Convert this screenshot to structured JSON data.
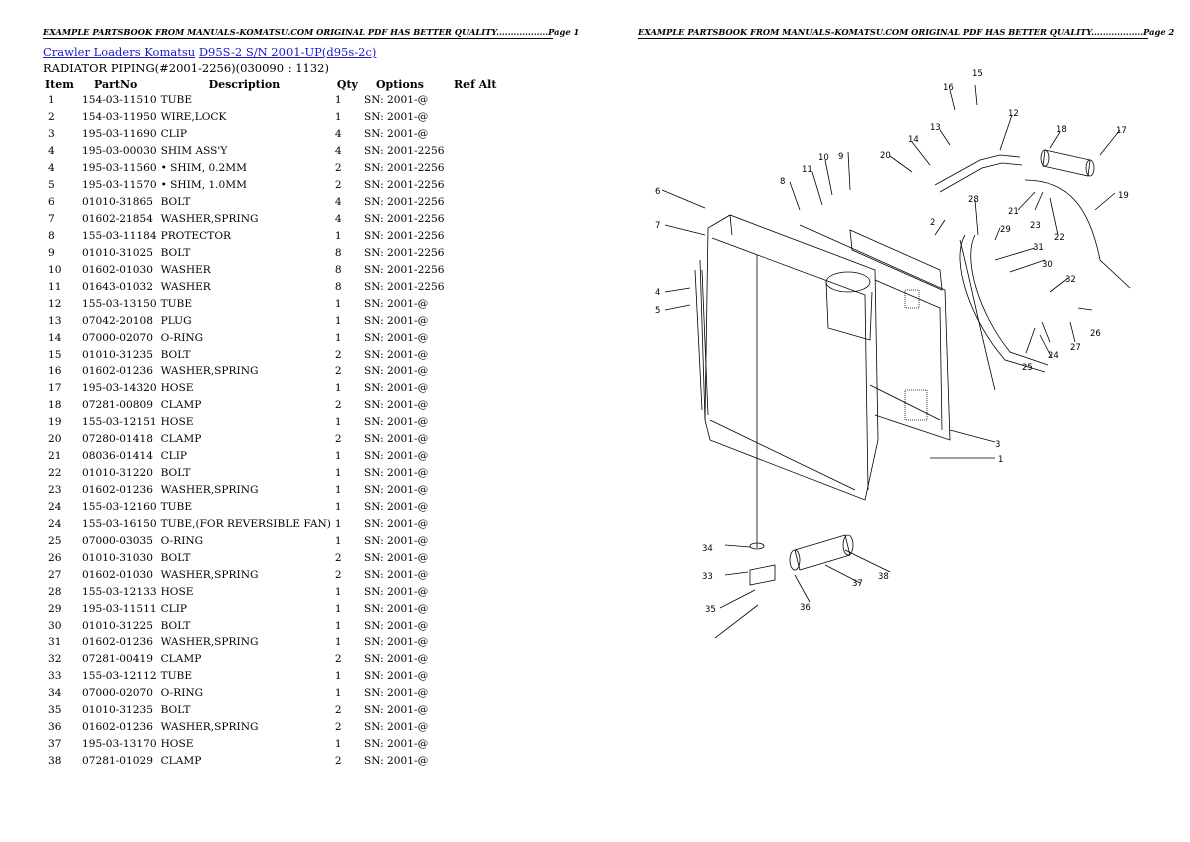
{
  "header": {
    "left": "EXAMPLE PARTSBOOK FROM MANUALS-KOMATSU.COM ORIGINAL PDF HAS BETTER QUALITY..................Page 1",
    "right": "EXAMPLE PARTSBOOK FROM MANUALS-KOMATSU.COM ORIGINAL PDF HAS BETTER QUALITY..................Page 2"
  },
  "breadcrumb": {
    "category": "Crawler Loaders Komatsu",
    "model": "D95S-2 S/N 2001-UP(d95s-2c)"
  },
  "section_title": "RADIATOR PIPING(#2001-2256)(030090 : 1132)",
  "table": {
    "columns": [
      "Item",
      "PartNo",
      "Description",
      "Qty",
      "Options",
      "Ref Alt"
    ],
    "rows": [
      [
        "1",
        "154-03-11510",
        "TUBE",
        "1",
        "SN: 2001-@"
      ],
      [
        "2",
        "154-03-11950",
        "WIRE,LOCK",
        "1",
        "SN: 2001-@"
      ],
      [
        "3",
        "195-03-11690",
        "CLIP",
        "4",
        "SN: 2001-@"
      ],
      [
        "4",
        "195-03-00030",
        "SHIM ASS'Y",
        "4",
        "SN: 2001-2256"
      ],
      [
        "4",
        "195-03-11560",
        "• SHIM,  0.2MM",
        "2",
        "SN: 2001-2256"
      ],
      [
        "5",
        "195-03-11570",
        "• SHIM,  1.0MM",
        "2",
        "SN: 2001-2256"
      ],
      [
        "6",
        "01010-31865",
        "BOLT",
        "4",
        "SN: 2001-2256"
      ],
      [
        "7",
        "01602-21854",
        "WASHER,SPRING",
        "4",
        "SN: 2001-2256"
      ],
      [
        "8",
        "155-03-11184",
        "PROTECTOR",
        "1",
        "SN: 2001-2256"
      ],
      [
        "9",
        "01010-31025",
        "BOLT",
        "8",
        "SN: 2001-2256"
      ],
      [
        "10",
        "01602-01030",
        "WASHER",
        "8",
        "SN: 2001-2256"
      ],
      [
        "11",
        "01643-01032",
        "WASHER",
        "8",
        "SN: 2001-2256"
      ],
      [
        "12",
        "155-03-13150",
        "TUBE",
        "1",
        "SN: 2001-@"
      ],
      [
        "13",
        "07042-20108",
        "PLUG",
        "1",
        "SN: 2001-@"
      ],
      [
        "14",
        "07000-02070",
        "O-RING",
        "1",
        "SN: 2001-@"
      ],
      [
        "15",
        "01010-31235",
        "BOLT",
        "2",
        "SN: 2001-@"
      ],
      [
        "16",
        "01602-01236",
        "WASHER,SPRING",
        "2",
        "SN: 2001-@"
      ],
      [
        "17",
        "195-03-14320",
        "HOSE",
        "1",
        "SN: 2001-@"
      ],
      [
        "18",
        "07281-00809",
        "CLAMP",
        "2",
        "SN: 2001-@"
      ],
      [
        "19",
        "155-03-12151",
        "HOSE",
        "1",
        "SN: 2001-@"
      ],
      [
        "20",
        "07280-01418",
        "CLAMP",
        "2",
        "SN: 2001-@"
      ],
      [
        "21",
        "08036-01414",
        "CLIP",
        "1",
        "SN: 2001-@"
      ],
      [
        "22",
        "01010-31220",
        "BOLT",
        "1",
        "SN: 2001-@"
      ],
      [
        "23",
        "01602-01236",
        "WASHER,SPRING",
        "1",
        "SN: 2001-@"
      ],
      [
        "24",
        "155-03-12160",
        "TUBE",
        "1",
        "SN: 2001-@"
      ],
      [
        "24",
        "155-03-16150",
        "TUBE,(FOR REVERSIBLE FAN)",
        "1",
        "SN: 2001-@"
      ],
      [
        "25",
        "07000-03035",
        "O-RING",
        "1",
        "SN: 2001-@"
      ],
      [
        "26",
        "01010-31030",
        "BOLT",
        "2",
        "SN: 2001-@"
      ],
      [
        "27",
        "01602-01030",
        "WASHER,SPRING",
        "2",
        "SN: 2001-@"
      ],
      [
        "28",
        "155-03-12133",
        "HOSE",
        "1",
        "SN: 2001-@"
      ],
      [
        "29",
        "195-03-11511",
        "CLIP",
        "1",
        "SN: 2001-@"
      ],
      [
        "30",
        "01010-31225",
        "BOLT",
        "1",
        "SN: 2001-@"
      ],
      [
        "31",
        "01602-01236",
        "WASHER,SPRING",
        "1",
        "SN: 2001-@"
      ],
      [
        "32",
        "07281-00419",
        "CLAMP",
        "2",
        "SN: 2001-@"
      ],
      [
        "33",
        "155-03-12112",
        "TUBE",
        "1",
        "SN: 2001-@"
      ],
      [
        "34",
        "07000-02070",
        "O-RING",
        "1",
        "SN: 2001-@"
      ],
      [
        "35",
        "01010-31235",
        "BOLT",
        "2",
        "SN: 2001-@"
      ],
      [
        "36",
        "01602-01236",
        "WASHER,SPRING",
        "2",
        "SN: 2001-@"
      ],
      [
        "37",
        "195-03-13170",
        "HOSE",
        "1",
        "SN: 2001-@"
      ],
      [
        "38",
        "07281-01029",
        "CLAMP",
        "2",
        "SN: 2001-@"
      ]
    ]
  },
  "diagram": {
    "callouts": [
      "15",
      "16",
      "13",
      "12",
      "18",
      "17",
      "14",
      "9",
      "20",
      "10",
      "11",
      "8",
      "6",
      "7",
      "19",
      "21",
      "23",
      "22",
      "28",
      "29",
      "31",
      "30",
      "32",
      "2",
      "4",
      "5",
      "3",
      "1",
      "26",
      "24",
      "27",
      "25",
      "34",
      "33",
      "38",
      "37",
      "36",
      "35"
    ]
  }
}
